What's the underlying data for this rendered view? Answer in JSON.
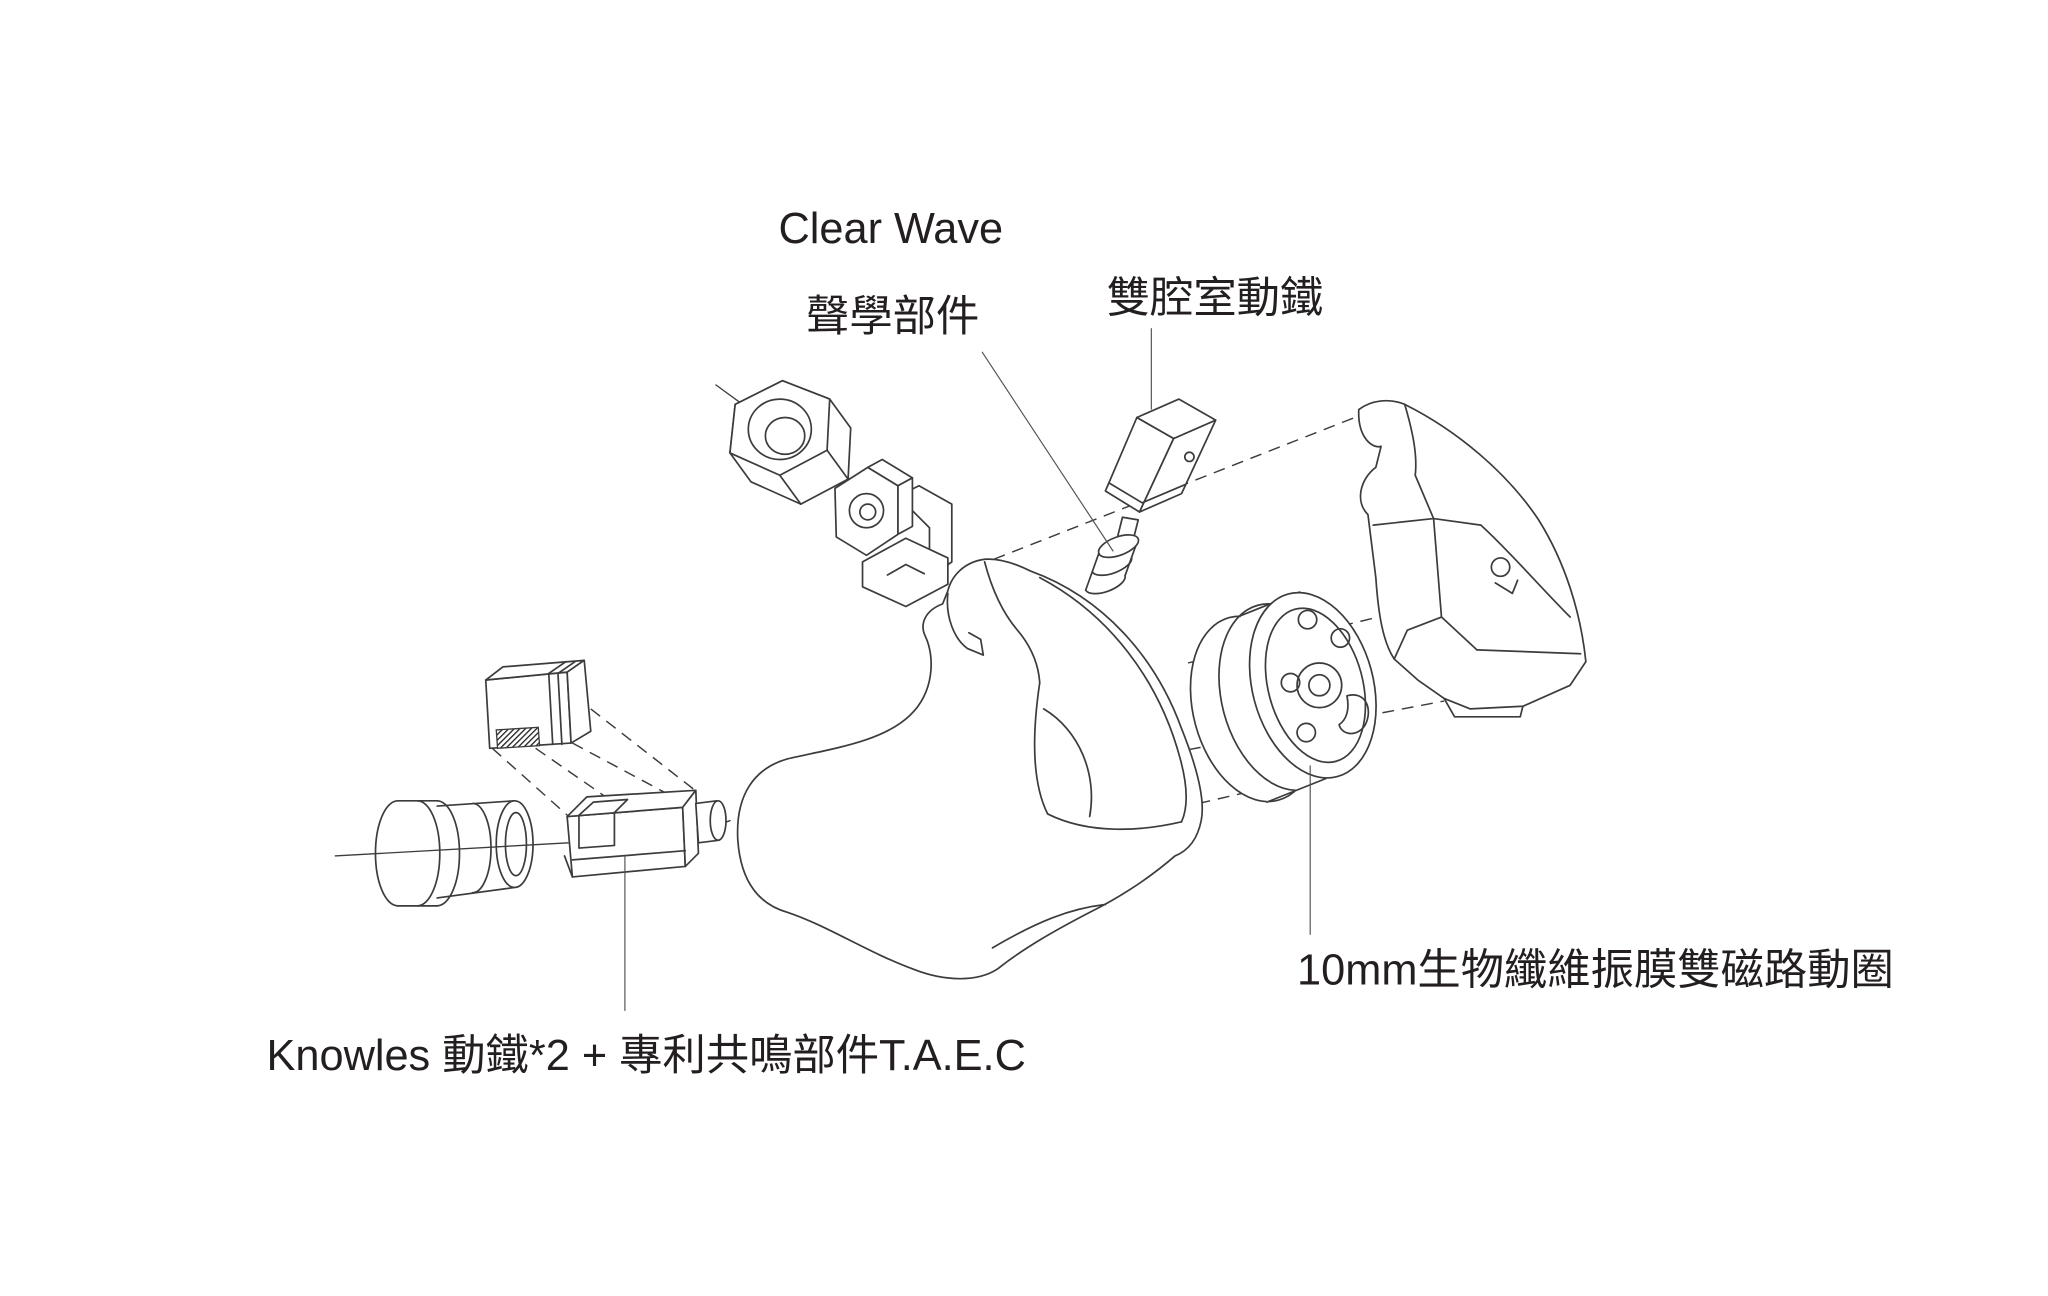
{
  "labels": {
    "clear_wave": "Clear Wave",
    "acoustic_component": "聲學部件",
    "dual_chamber_ba": "雙腔室動鐵",
    "dynamic_driver": "10mm生物纖維振膜雙磁路動圈",
    "knowles": "Knowles 動鐵*2 + 專利共鳴部件T.A.E.C"
  },
  "colors": {
    "line": "#3c3c3c",
    "text": "#231f20",
    "background": "#ffffff"
  }
}
